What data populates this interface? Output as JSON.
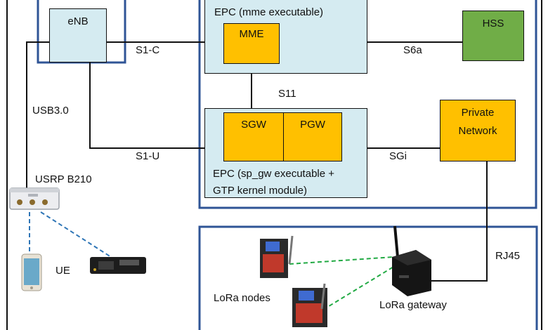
{
  "nodes": {
    "enb": "eNB",
    "epc_mme": "EPC (mme executable)",
    "mme": "MME",
    "hss": "HSS",
    "sgw": "SGW",
    "pgw": "PGW",
    "epc_spgw_line1": "EPC (sp_gw executable +",
    "epc_spgw_line2": "GTP kernel module)",
    "private_network_line1": "Private",
    "private_network_line2": "Network",
    "usrp": "USRP B210",
    "ue": "UE",
    "lora_nodes": "LoRa nodes",
    "lora_gateway": "LoRa gateway"
  },
  "links": {
    "s1c": "S1-C",
    "s6a": "S6a",
    "s11": "S11",
    "s1u": "S1-U",
    "sgi": "SGi",
    "usb": "USB3.0",
    "rj45": "RJ45"
  },
  "colors": {
    "epc_fill": "#d5ebf1",
    "orange_fill": "#ffc000",
    "hss_fill": "#70ad47",
    "frame_blue": "#2f5496",
    "wire": "#111111",
    "wireless_blue": "#2e75b6",
    "wireless_green": "#22aa44"
  }
}
